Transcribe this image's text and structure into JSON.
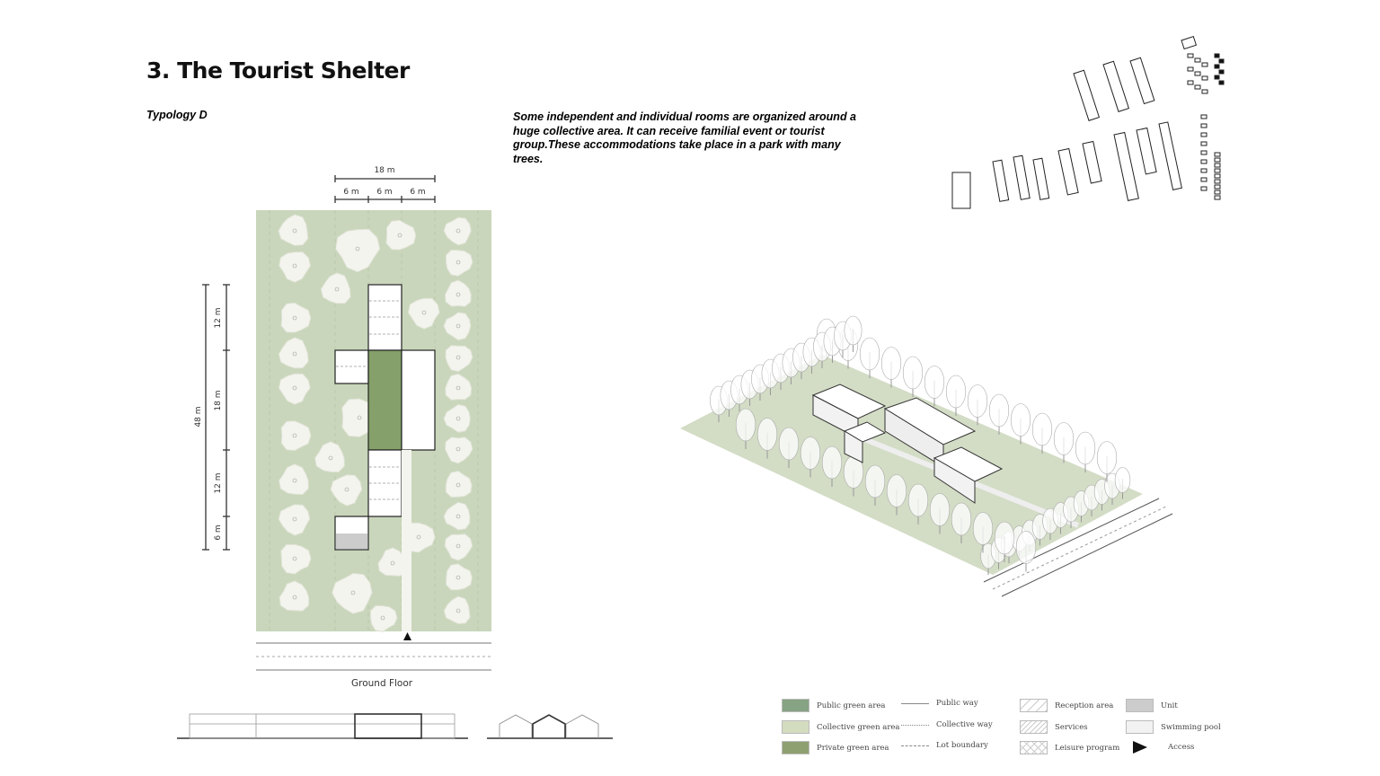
{
  "header": {
    "title": "3.   The Tourist Shelter",
    "typology": "Typology D"
  },
  "description": "Some independent and individual rooms are organized around a huge collective area. It can receive familial event or tourist group.These accommodations take place in a park with many trees.",
  "plan": {
    "caption": "Ground Floor",
    "dims": {
      "total_width": "18 m",
      "col1": "6 m",
      "col2": "6 m",
      "col3": "6 m",
      "total_length": "48 m",
      "seg1": "12 m",
      "seg2": "18 m",
      "seg3": "12 m",
      "seg4": "6 m"
    }
  },
  "legend": [
    {
      "label": "Public green area",
      "kind": "swatch",
      "color": "#86a383"
    },
    {
      "label": "Collective green area",
      "kind": "swatch",
      "color": "#d4dcc0"
    },
    {
      "label": "Private green area",
      "kind": "swatch",
      "color": "#8fa070"
    },
    {
      "label": "Public way",
      "kind": "line",
      "style": "solid"
    },
    {
      "label": "Collective way",
      "kind": "line",
      "style": "dotted"
    },
    {
      "label": "Lot boundary",
      "kind": "line",
      "style": "dashed"
    },
    {
      "label": "Reception area",
      "kind": "swatch",
      "color": "#ffffff"
    },
    {
      "label": "Services",
      "kind": "swatch",
      "color": "#ffffff"
    },
    {
      "label": "Leisure program",
      "kind": "swatch",
      "color": "#ffffff"
    },
    {
      "label": "Unit",
      "kind": "swatch",
      "color": "#cccccc"
    },
    {
      "label": "Swimming pool",
      "kind": "swatch",
      "color": "#f2f2f2"
    },
    {
      "label": "Access",
      "kind": "arrow"
    }
  ],
  "colors": {
    "collective": "#c9d6bb",
    "private": "#85a06a",
    "tree": "#f4f4ee"
  }
}
